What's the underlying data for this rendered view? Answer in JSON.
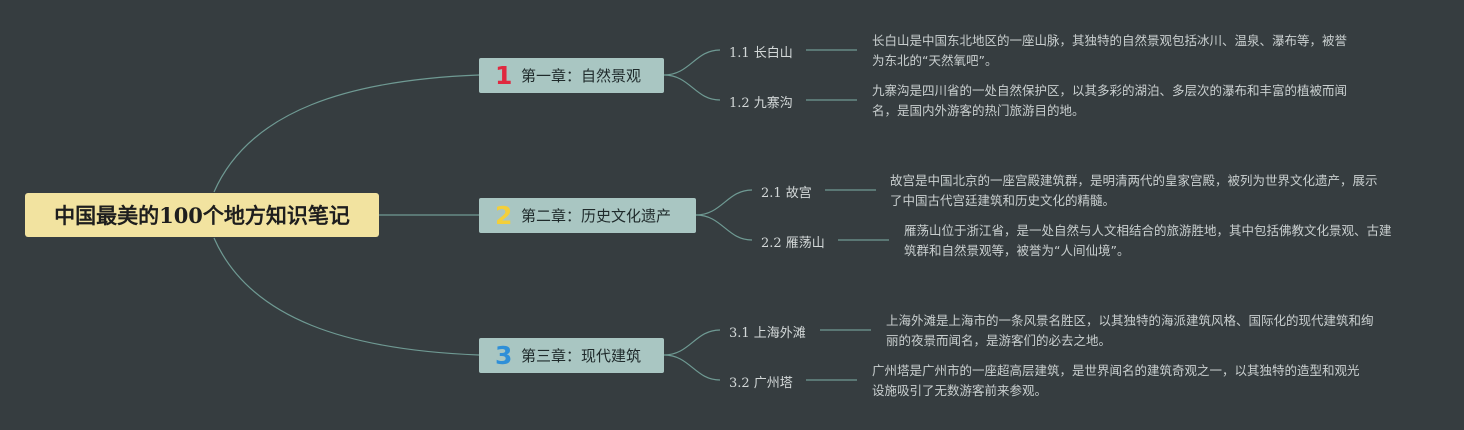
{
  "root": {
    "title": "中国最美的100个地方知识笔记"
  },
  "chapters": [
    {
      "number": "1",
      "number_color": "#e0283f",
      "label": "第一章：自然景观",
      "topics": [
        {
          "label": "1.1 长白山",
          "text": "长白山是中国东北地区的一座山脉，其独特的自然景观包括冰川、温泉、瀑布等，被誉为东北的“天然氧吧”。"
        },
        {
          "label": "1.2 九寨沟",
          "text": "九寨沟是四川省的一处自然保护区，以其多彩的湖泊、多层次的瀑布和丰富的植被而闻名，是国内外游客的热门旅游目的地。"
        }
      ]
    },
    {
      "number": "2",
      "number_color": "#f3cf3a",
      "label": "第二章：历史文化遗产",
      "topics": [
        {
          "label": "2.1 故宫",
          "text": "故宫是中国北京的一座宫殿建筑群，是明清两代的皇家宫殿，被列为世界文化遗产，展示了中国古代宫廷建筑和历史文化的精髓。"
        },
        {
          "label": "2.2 雁荡山",
          "text": "雁荡山位于浙江省，是一处自然与人文相结合的旅游胜地，其中包括佛教文化景观、古建筑群和自然景观等，被誉为“人间仙境”。"
        }
      ]
    },
    {
      "number": "3",
      "number_color": "#2f8fd8",
      "label": "第三章：现代建筑",
      "topics": [
        {
          "label": "3.1 上海外滩",
          "text": "上海外滩是上海市的一条风景名胜区，以其独特的海派建筑风格、国际化的现代建筑和绚丽的夜景而闻名，是游客们的必去之地。"
        },
        {
          "label": "3.2 广州塔",
          "text": "广州塔是广州市的一座超高层建筑，是世界闻名的建筑奇观之一，以其独特的造型和观光设施吸引了无数游客前来参观。"
        }
      ]
    }
  ],
  "colors": {
    "background": "#363d40",
    "line": "#6f9a93",
    "root_fill": "#f2e3a0",
    "chapter_fill": "#a9c6c2"
  }
}
